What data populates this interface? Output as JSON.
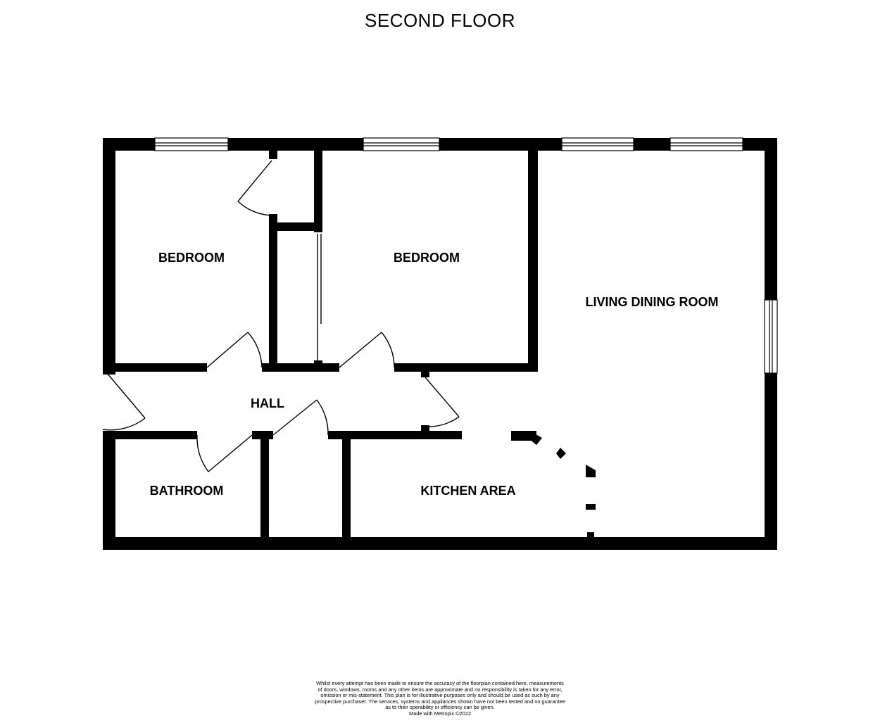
{
  "floor_title": "SECOND FLOOR",
  "rooms": {
    "bedroom_1": "BEDROOM",
    "bedroom_2": "BEDROOM",
    "living_dining": "LIVING DINING ROOM",
    "hall": "HALL",
    "bathroom": "BATHROOM",
    "kitchen": "KITCHEN AREA"
  },
  "disclaimer": {
    "line1": "Whilst every attempt has been made to ensure the accuracy of the floorplan contained here, measurements",
    "line2": "of doors, windows, rooms and any other items are approximate and no responsibility is taken for any error,",
    "line3": "omission or mis-statement. This plan is for illustrative purposes only and should be used as such by any",
    "line4": "prospective purchaser. The services, systems and appliances shown have not been tested and no guarantee",
    "line5": "as to their operability or efficiency can be given.",
    "credit": "Made with Metropix ©2022"
  },
  "colors": {
    "wall": "#000000",
    "background": "#ffffff"
  }
}
